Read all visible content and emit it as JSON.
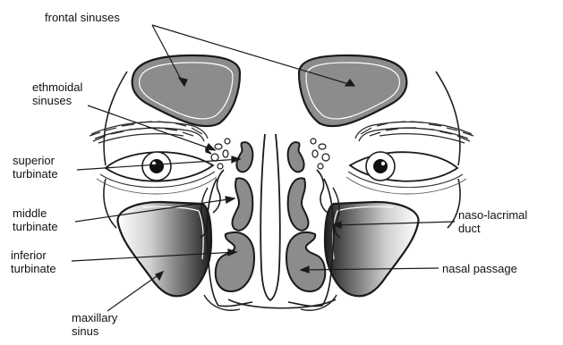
{
  "labels": {
    "frontal_sinuses": "frontal sinuses",
    "ethmoidal_sinuses": [
      "ethmoidal",
      "sinuses"
    ],
    "superior_turbinate": [
      "superior",
      "turbinate"
    ],
    "middle_turbinate": [
      "middle",
      "turbinate"
    ],
    "inferior_turbinate": [
      "inferior",
      "turbinate"
    ],
    "maxillary_sinus": [
      "maxillary",
      "sinus"
    ],
    "naso_lacrimal_duct": [
      "naso-lacrimal",
      "duct"
    ],
    "nasal_passage": "nasal passage"
  },
  "colors": {
    "sinus_fill": "#8c8c8c",
    "outline": "#1a1a1a",
    "background": "#ffffff"
  }
}
